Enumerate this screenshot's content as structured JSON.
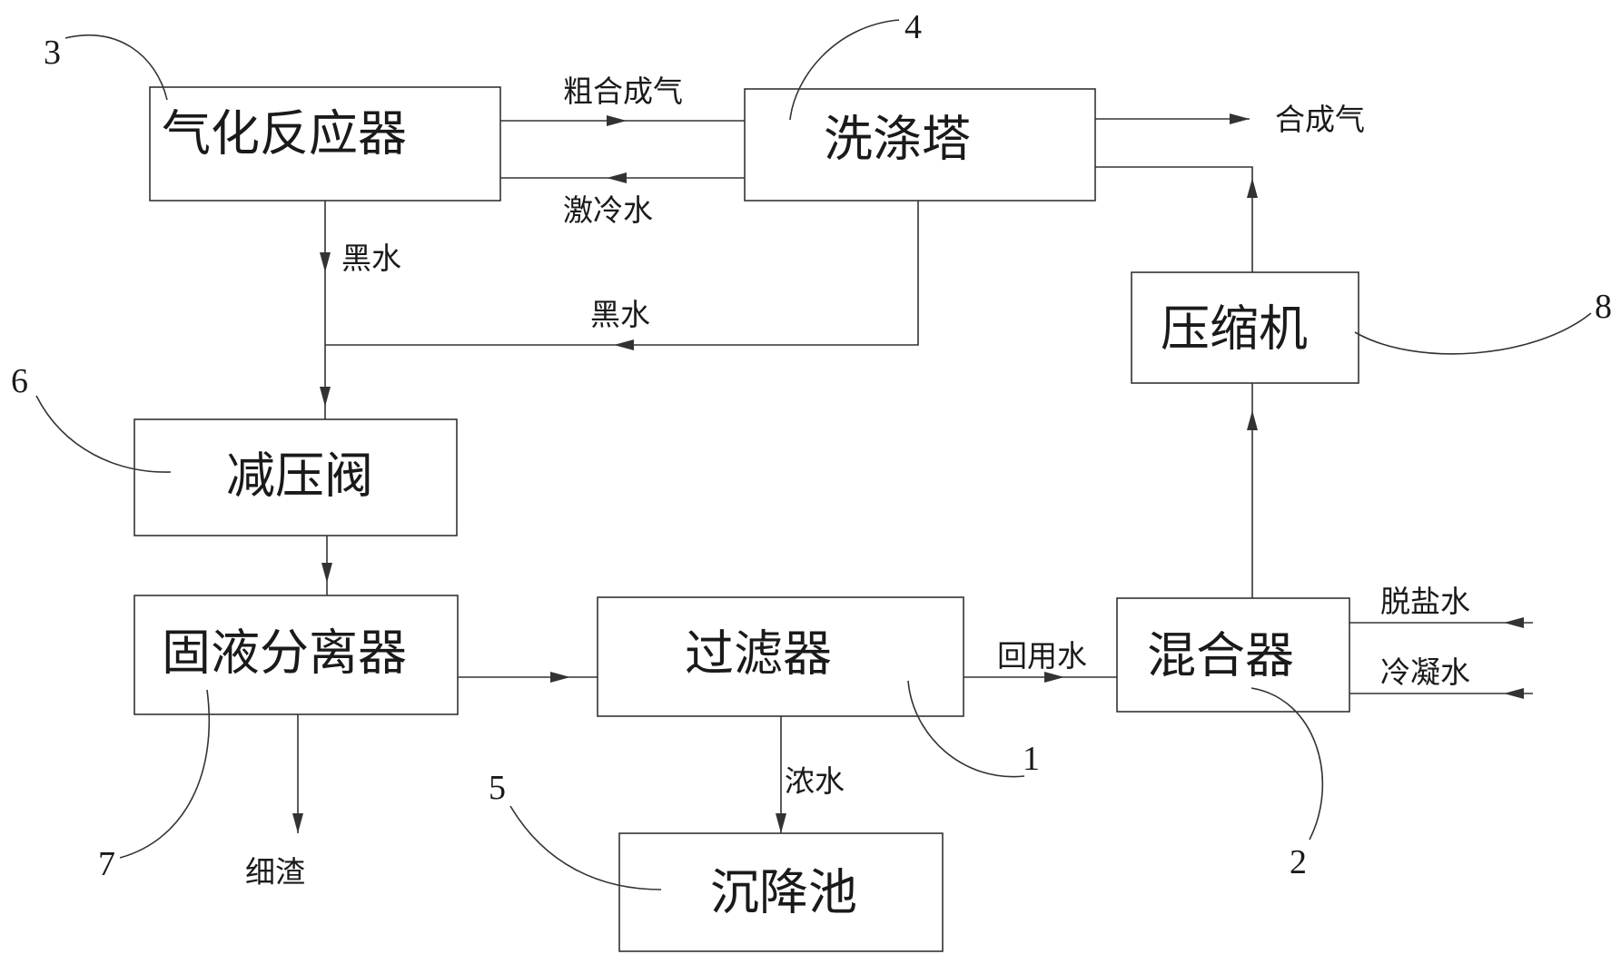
{
  "components": {
    "gasifier": "气化反应器",
    "scrubber": "洗涤塔",
    "compressor": "压缩机",
    "pressure_valve": "减压阀",
    "solid_liquid_separator": "固液分离器",
    "filter": "过滤器",
    "mixer": "混合器",
    "settling_tank": "沉降池"
  },
  "flows": {
    "crude_syngas": "粗合成气",
    "quench_water": "激冷水",
    "syngas": "合成气",
    "black_water_1": "黑水",
    "black_water_2": "黑水",
    "desalted_water": "脱盐水",
    "condensate": "冷凝水",
    "recycled_water": "回用水",
    "concentrate": "浓水",
    "fine_slag": "细渣"
  },
  "refs": {
    "filter": "1",
    "mixer": "2",
    "gasifier": "3",
    "scrubber": "4",
    "settling_tank": "5",
    "pressure_valve": "6",
    "separator": "7",
    "compressor": "8"
  }
}
